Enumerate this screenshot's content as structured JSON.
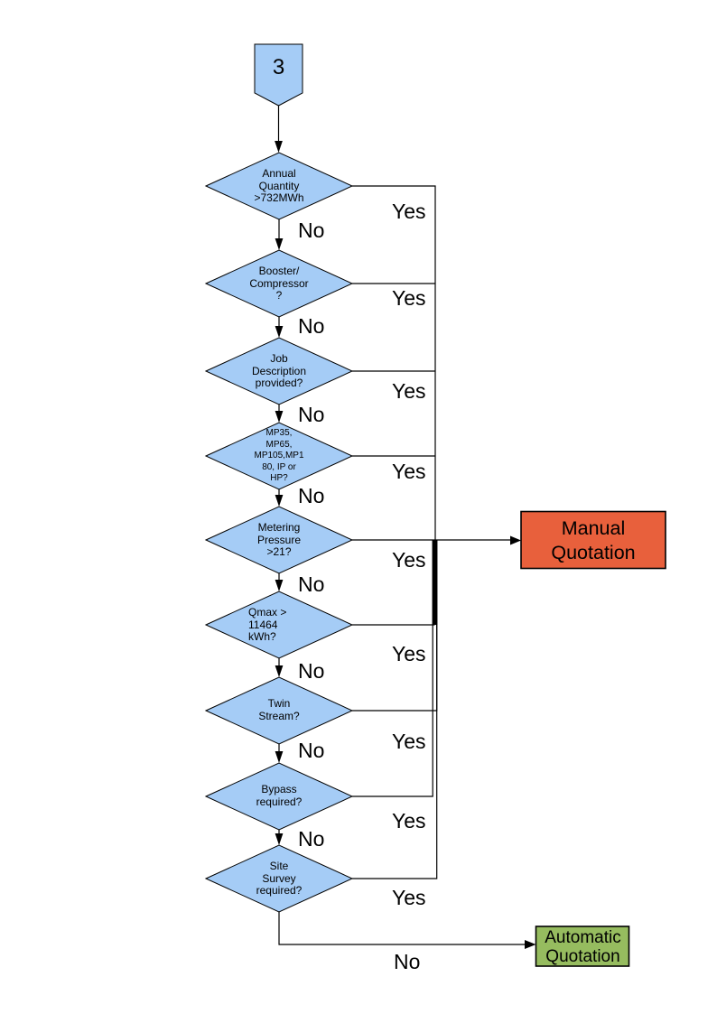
{
  "start": {
    "label": "3"
  },
  "decisions": [
    {
      "label": "Annual\nQuantity\n>732MWh",
      "yes": "Yes",
      "no": "No"
    },
    {
      "label": "Booster/\nCompressor\n?",
      "yes": "Yes",
      "no": "No"
    },
    {
      "label": "Job\nDescription\nprovided?",
      "yes": "Yes",
      "no": "No"
    },
    {
      "label": "MP35,\nMP65,\nMP105,MP1\n80, IP or\nHP?",
      "yes": "Yes",
      "no": "No"
    },
    {
      "label": "Metering\nPressure\n>21?",
      "yes": "Yes",
      "no": "No"
    },
    {
      "label": "Qmax >\n11464\nkWh?",
      "yes": "Yes",
      "no": "No"
    },
    {
      "label": "Twin\nStream?",
      "yes": "Yes",
      "no": "No"
    },
    {
      "label": "Bypass\nrequired?",
      "yes": "Yes",
      "no": "No"
    },
    {
      "label": "Site\nSurvey\nrequired?",
      "yes": "Yes",
      "no": "No"
    }
  ],
  "outcomes": {
    "manual": {
      "label": "Manual\nQuotation",
      "fill": "#E8603C"
    },
    "automatic": {
      "label": "Automatic\nQuotation",
      "fill": "#96BC5F"
    }
  },
  "colors": {
    "decision_fill": "#A5CCF6",
    "line": "#000000"
  }
}
